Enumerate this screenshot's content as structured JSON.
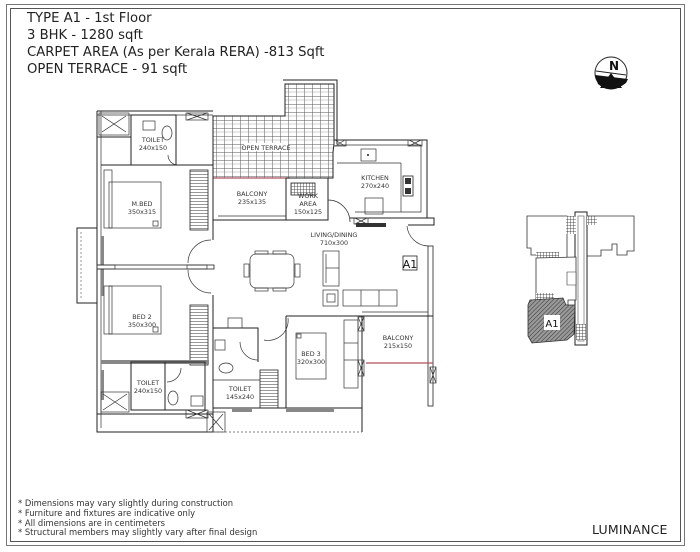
{
  "header": {
    "line1": "TYPE A1 - 1st Floor",
    "line2": "3 BHK - 1280 sqft",
    "line3": "CARPET AREA (As per Kerala RERA) -813 Sqft",
    "line4": "OPEN TERRACE - 91 sqft"
  },
  "compass": {
    "label": "N",
    "icon": "north-arrow-icon"
  },
  "rooms": {
    "toilet_top": {
      "name": "TOILET",
      "size": "240x150"
    },
    "open_terrace": {
      "name": "OPEN TERRACE"
    },
    "balcony_top": {
      "name": "BALCONY",
      "size": "235x135"
    },
    "work_area": {
      "name": "WORK",
      "name2": "AREA",
      "size": "150x125"
    },
    "kitchen": {
      "name": "KITCHEN",
      "size": "270x240"
    },
    "master_bed": {
      "name": "M.BED",
      "size": "350x315"
    },
    "living_dining": {
      "name": "LIVING/DINING",
      "size": "710x300"
    },
    "bed2": {
      "name": "BED 2",
      "size": "350x300"
    },
    "bed3": {
      "name": "BED 3",
      "size": "320x300"
    },
    "balcony_right": {
      "name": "BALCONY",
      "size": "215x150"
    },
    "toilet_bottom_left": {
      "name": "TOILET",
      "size": "240x150"
    },
    "toilet_bottom": {
      "name": "TOILET",
      "size": "145x240"
    }
  },
  "unit_tag": "A1",
  "key_plan": {
    "unit_tag": "A1"
  },
  "notes": [
    "* Dimensions may vary slightly during construction",
    "* Furniture and fixtures are indicative only",
    "* All dimensions are in centimeters",
    "* Structural members may slightly vary after final design"
  ],
  "brand": "LUMINANCE",
  "colors": {
    "terrace_edge": "#b05060",
    "line": "#222222",
    "hatch": "#555555"
  }
}
